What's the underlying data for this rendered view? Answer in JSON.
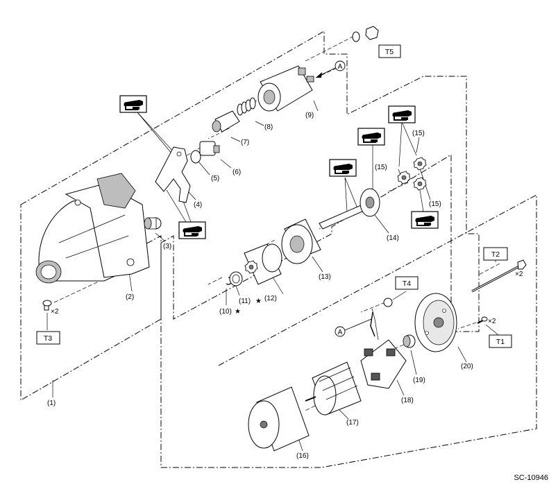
{
  "figure_id": "SC-10946",
  "parts": [
    {
      "id": "p1",
      "label": "(1)"
    },
    {
      "id": "p2",
      "label": "(2)"
    },
    {
      "id": "p3",
      "label": "(3)"
    },
    {
      "id": "p4",
      "label": "(4)"
    },
    {
      "id": "p5",
      "label": "(5)"
    },
    {
      "id": "p6",
      "label": "(6)"
    },
    {
      "id": "p7",
      "label": "(7)"
    },
    {
      "id": "p8",
      "label": "(8)"
    },
    {
      "id": "p9",
      "label": "(9)"
    },
    {
      "id": "p10",
      "label": "(10)"
    },
    {
      "id": "p11",
      "label": "(11)"
    },
    {
      "id": "p12",
      "label": "(12)"
    },
    {
      "id": "p13",
      "label": "(13)"
    },
    {
      "id": "p14",
      "label": "(14)"
    },
    {
      "id": "p15a",
      "label": "(15)"
    },
    {
      "id": "p15b",
      "label": "(15)"
    },
    {
      "id": "p15c",
      "label": "(15)"
    },
    {
      "id": "p16",
      "label": "(16)"
    },
    {
      "id": "p17",
      "label": "(17)"
    },
    {
      "id": "p18",
      "label": "(18)"
    },
    {
      "id": "p19",
      "label": "(19)"
    },
    {
      "id": "p20",
      "label": "(20)"
    }
  ],
  "star_symbol": "★",
  "torque_labels": {
    "t1": "T1",
    "t2": "T2",
    "t3": "T3",
    "t4": "T4",
    "t5": "T5"
  },
  "quantity_labels": {
    "q1": "×2",
    "q2": "×2",
    "q3": "×2"
  },
  "reference_marks": {
    "a1": "A",
    "a2": "A"
  },
  "grease_icon": "grease-gun-icon"
}
